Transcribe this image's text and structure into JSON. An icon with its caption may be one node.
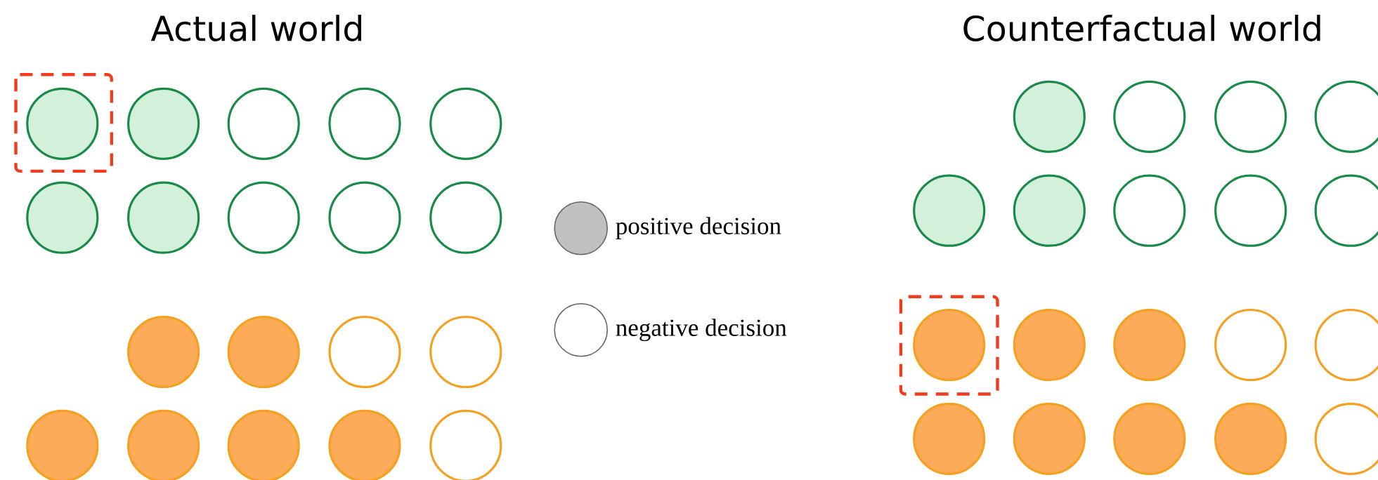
{
  "diagram": {
    "labels": [
      "Actual world",
      "Counterfactual world"
    ],
    "legend": [
      {
        "text": "positive decision",
        "color": "#c0c0c0"
      },
      {
        "text": "negative decision"
      }
    ]
  }
}
